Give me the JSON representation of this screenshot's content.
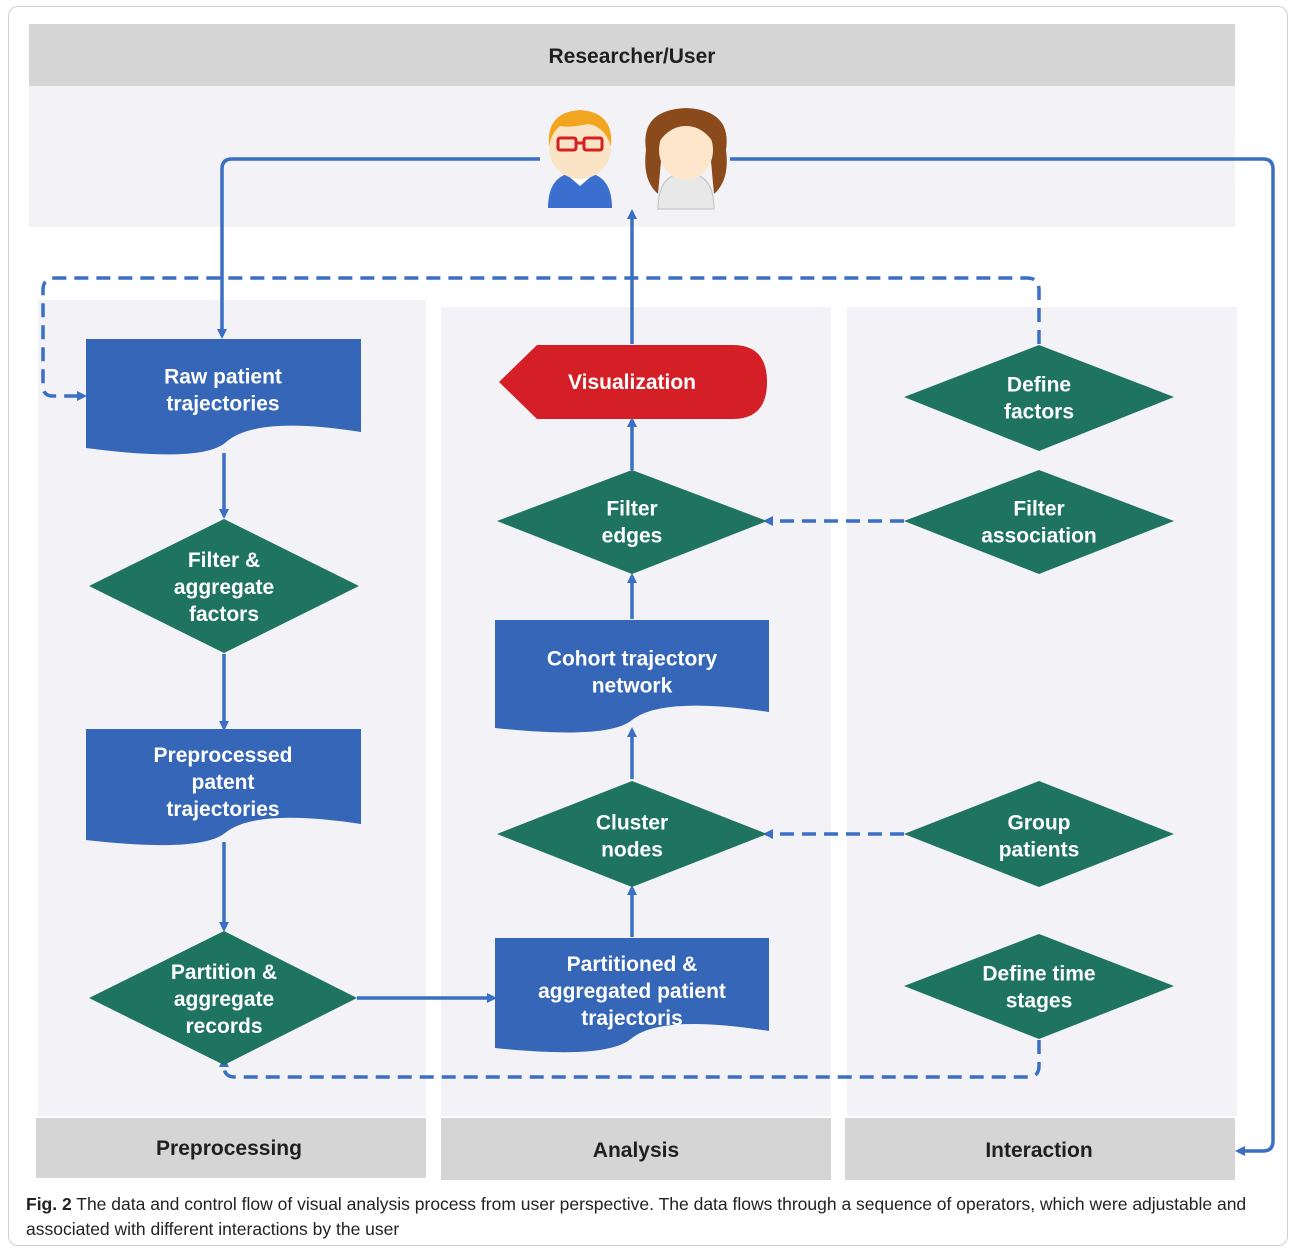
{
  "header": {
    "title": "Researcher/User"
  },
  "lanes": {
    "preprocessing": "Preprocessing",
    "analysis": "Analysis",
    "interaction": "Interaction"
  },
  "nodes": {
    "raw_patient_trajectories": [
      "Raw patient",
      "trajectories"
    ],
    "filter_aggregate_factors": [
      "Filter &",
      "aggregate",
      "factors"
    ],
    "preprocessed_trajectories": [
      "Preprocessed",
      "patent",
      "trajectories"
    ],
    "partition_aggregate_records": [
      "Partition &",
      "aggregate",
      "records"
    ],
    "partitioned_trajectories": [
      "Partitioned &",
      "aggregated patient",
      "trajectoris"
    ],
    "cluster_nodes": [
      "Cluster",
      "nodes"
    ],
    "cohort_network": [
      "Cohort trajectory",
      "network"
    ],
    "filter_edges": [
      "Filter",
      "edges"
    ],
    "visualization": [
      "Visualization"
    ],
    "define_factors": [
      "Define",
      "factors"
    ],
    "filter_association": [
      "Filter",
      "association"
    ],
    "group_patients": [
      "Group",
      "patients"
    ],
    "define_time_stages": [
      "Define time",
      "stages"
    ]
  },
  "colors": {
    "process_blue": "#3566b7",
    "decision_green": "#1f7461",
    "terminal_red": "#d41f26",
    "arrow_blue": "#3b6fc4",
    "band_gray": "#d5d5d5",
    "lane_bg": "#f3f3f7"
  },
  "icons": [
    "user-male-icon",
    "user-female-icon"
  ],
  "caption": {
    "label": "Fig. 2",
    "text": " The data and control flow of visual analysis process from user perspective. The data flows through a sequence of operators, which were adjustable and associated with different interactions by the user"
  }
}
